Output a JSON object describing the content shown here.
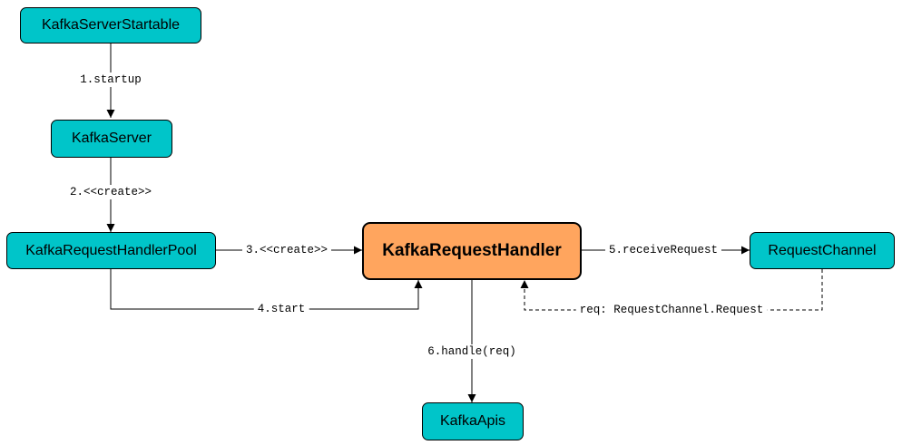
{
  "nodes": {
    "startable": {
      "label": "KafkaServerStartable"
    },
    "server": {
      "label": "KafkaServer"
    },
    "pool": {
      "label": "KafkaRequestHandlerPool"
    },
    "handler": {
      "label": "KafkaRequestHandler"
    },
    "channel": {
      "label": "RequestChannel"
    },
    "apis": {
      "label": "KafkaApis"
    }
  },
  "edges": {
    "startup": {
      "label": "1.startup"
    },
    "create_server": {
      "label": "2.<<create>>"
    },
    "create_handler": {
      "label": "3.<<create>>"
    },
    "start": {
      "label": "4.start"
    },
    "receive": {
      "label": "5.receiveRequest"
    },
    "handle": {
      "label": "6.handle(req)"
    },
    "request": {
      "label": "req: RequestChannel.Request"
    }
  },
  "colors": {
    "node_fill": "#00c5c9",
    "highlight_fill": "#ffa55e",
    "stroke": "#000000"
  }
}
